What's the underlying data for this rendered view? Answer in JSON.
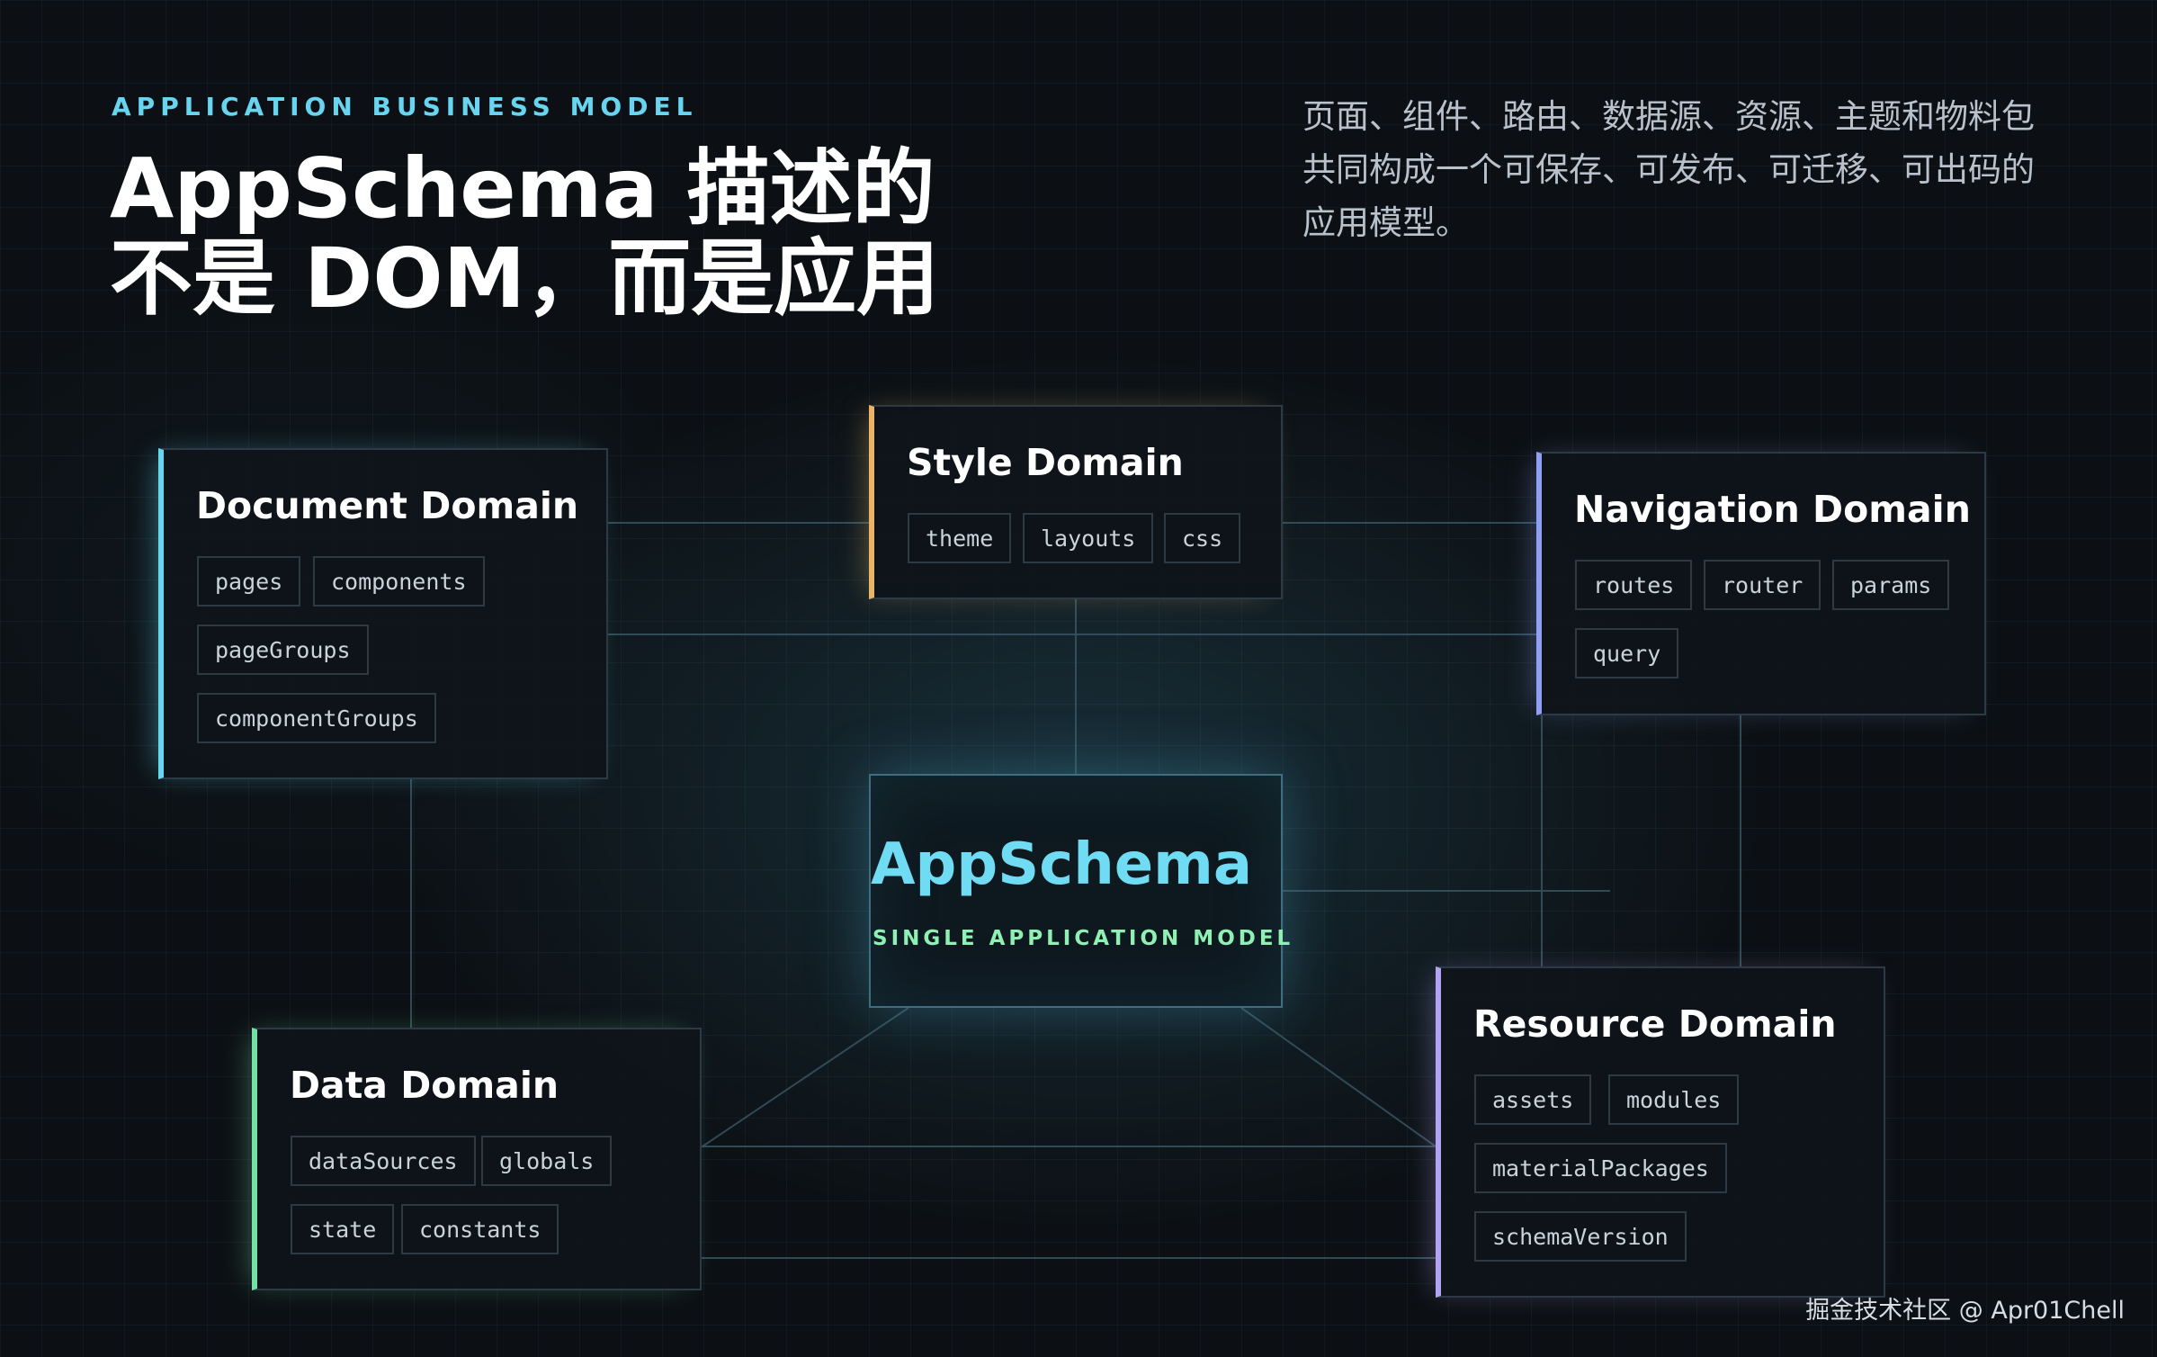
{
  "header": {
    "eyebrow": "APPLICATION BUSINESS MODEL",
    "title_line1": "AppSchema 描述的",
    "title_line2": "不是 DOM，而是应用",
    "description": "页面、组件、路由、数据源、资源、主题和物料包共同构成一个可保存、可发布、可迁移、可出码的应用模型。"
  },
  "center": {
    "title": "AppSchema",
    "subtitle": "SINGLE APPLICATION MODEL",
    "title_color": "#6fdcf3",
    "subtitle_color": "#8ff0b4"
  },
  "domains": {
    "document": {
      "title": "Document Domain",
      "accent": "#67d5ef",
      "tags": [
        "pages",
        "components",
        "pageGroups",
        "componentGroups"
      ]
    },
    "style": {
      "title": "Style Domain",
      "accent": "#e9b565",
      "tags": [
        "theme",
        "layouts",
        "css"
      ]
    },
    "navigation": {
      "title": "Navigation Domain",
      "accent": "#8f9ff2",
      "tags": [
        "routes",
        "router",
        "params",
        "query"
      ]
    },
    "data": {
      "title": "Data Domain",
      "accent": "#74e0a6",
      "tags": [
        "dataSources",
        "globals",
        "state",
        "constants"
      ]
    },
    "resource": {
      "title": "Resource Domain",
      "accent": "#b3a4f3",
      "tags": [
        "assets",
        "modules",
        "materialPackages",
        "schemaVersion"
      ]
    }
  },
  "footer": {
    "credit": "掘金技术社区 @ Apr01Chell"
  }
}
